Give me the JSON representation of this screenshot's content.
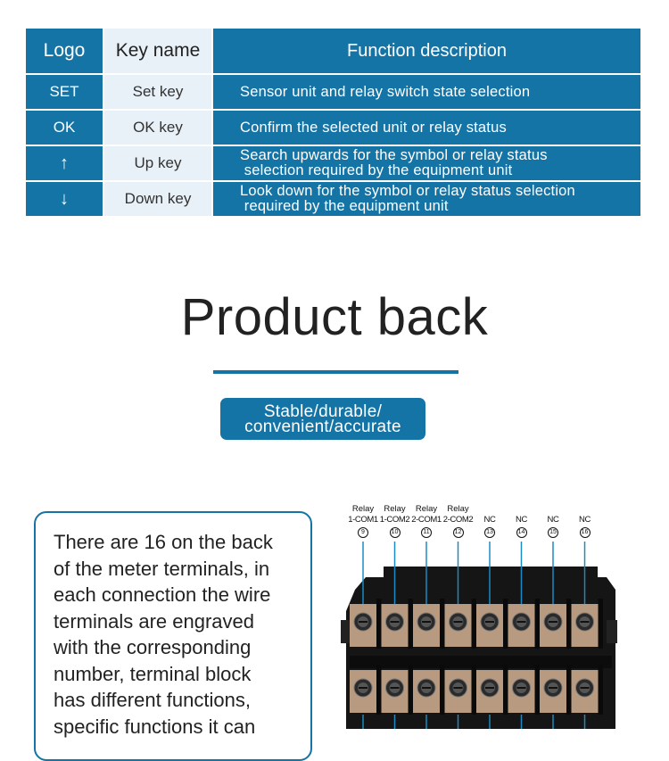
{
  "key_table": {
    "headers": {
      "logo": "Logo",
      "key_name": "Key name",
      "function": "Function description"
    },
    "rows": [
      {
        "logo": "SET",
        "key_name": "Set key",
        "function": "Sensor unit and relay switch state selection"
      },
      {
        "logo": "OK",
        "key_name": "OK key",
        "function": "Confirm the selected unit or relay status"
      },
      {
        "logo": "↑",
        "key_name": "Up key",
        "function_line1": "Search upwards for the symbol or relay status",
        "function_line2": " selection required by the equipment unit"
      },
      {
        "logo": "↓",
        "key_name": "Down key",
        "function_line1": "Look down for the symbol or relay status selection",
        "function_line2": " required by the equipment unit"
      }
    ]
  },
  "section": {
    "title": "Product back",
    "tag_line1": "Stable/durable/",
    "tag_line2": "convenient/accurate"
  },
  "info_text": "There are 16 on the back\nof the meter terminals, in\neach connection the wire\n terminals are engraved\nwith the corresponding\nnumber, terminal block\nhas different functions,\nspecific functions it can",
  "terminals": [
    {
      "top": "Relay",
      "bottom": "1-COM1",
      "num": "9"
    },
    {
      "top": "Relay",
      "bottom": "1-COM2",
      "num": "10"
    },
    {
      "top": "Relay",
      "bottom": "2-COM1",
      "num": "11"
    },
    {
      "top": "Relay",
      "bottom": "2-COM2",
      "num": "12"
    },
    {
      "top": "",
      "bottom": "NC",
      "num": "13"
    },
    {
      "top": "",
      "bottom": "NC",
      "num": "14"
    },
    {
      "top": "",
      "bottom": "NC",
      "num": "15"
    },
    {
      "top": "",
      "bottom": "NC",
      "num": "16"
    }
  ],
  "colors": {
    "brand_blue": "#1574a6",
    "light_cell": "#e8f1f8",
    "terminal_body": "#1a1a1a",
    "terminal_plate": "#b79a80"
  }
}
